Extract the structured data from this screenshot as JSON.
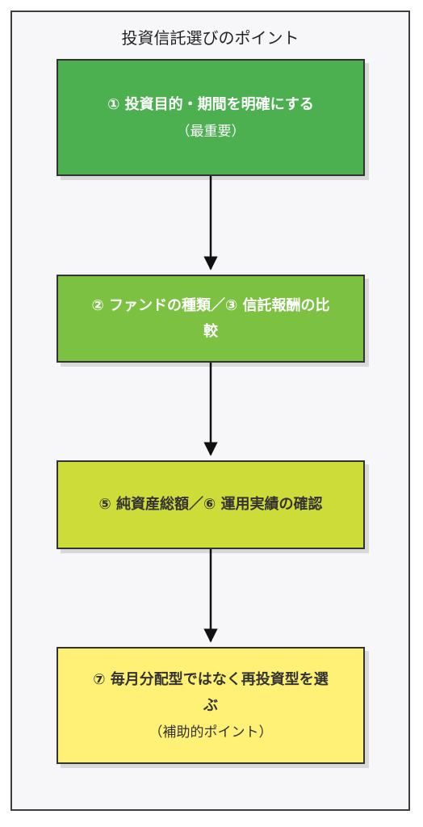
{
  "title": "投資信託選びのポイント",
  "steps": [
    {
      "main": "① 投資目的・期間を明確にする",
      "sub": "（最重要）",
      "fill": "#4caf50"
    },
    {
      "main": "② ファンドの種類／③ 信託報酬の比較",
      "sub": "",
      "fill": "#7cc142"
    },
    {
      "main": "⑤ 純資産総額／⑥ 運用実績の確認",
      "sub": "",
      "fill": "#cddc39"
    },
    {
      "main": "⑦ 毎月分配型ではなく再投資型を選ぶ",
      "sub": "（補助的ポイント）",
      "fill": "#fff176"
    }
  ]
}
